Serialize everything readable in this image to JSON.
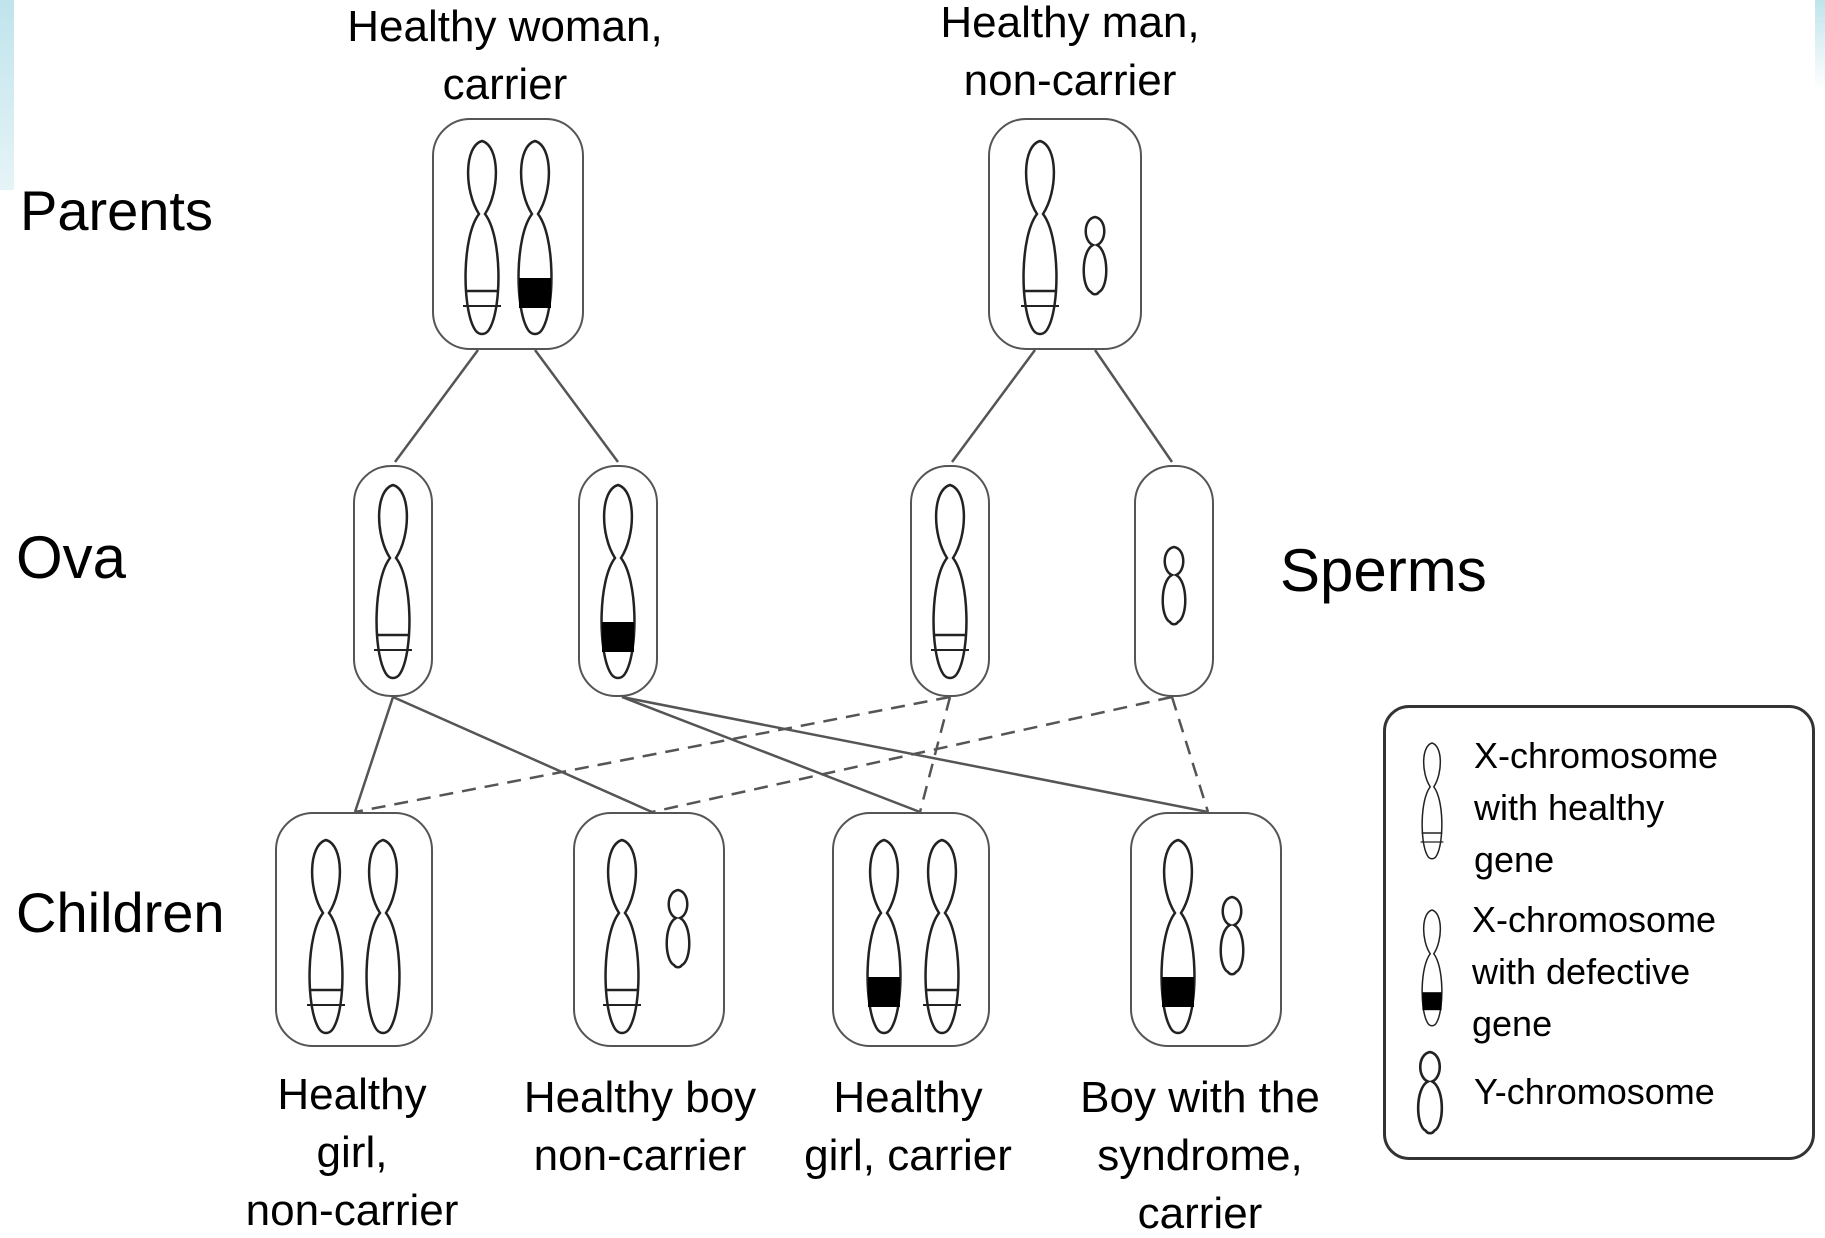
{
  "rows": {
    "parents": "Parents",
    "ova": "Ova",
    "children": "Children"
  },
  "sperms_label": "Sperms",
  "parents": {
    "mother": {
      "line1": "Healthy woman,",
      "line2": "carrier"
    },
    "father": {
      "line1": "Healthy man,",
      "line2": "non-carrier"
    }
  },
  "children": [
    {
      "line1": "Healthy",
      "line2": "girl,",
      "line3": "non-carrier"
    },
    {
      "line1": "Healthy boy",
      "line2": "non-carrier"
    },
    {
      "line1": "Healthy",
      "line2": "girl, carrier"
    },
    {
      "line1": "Boy with the",
      "line2": "syndrome,",
      "line3": "carrier"
    }
  ],
  "legend": {
    "x_healthy": {
      "line1": "X-chromosome",
      "line2": "with healthy",
      "line3": "gene"
    },
    "x_defective": {
      "line1": "X-chromosome",
      "line2": "with defective",
      "line3": "gene"
    },
    "y": "Y-chromosome"
  },
  "colors": {
    "line": "#555555",
    "gene_defective": "#000000",
    "accent_edge": "#bfe4ec"
  }
}
